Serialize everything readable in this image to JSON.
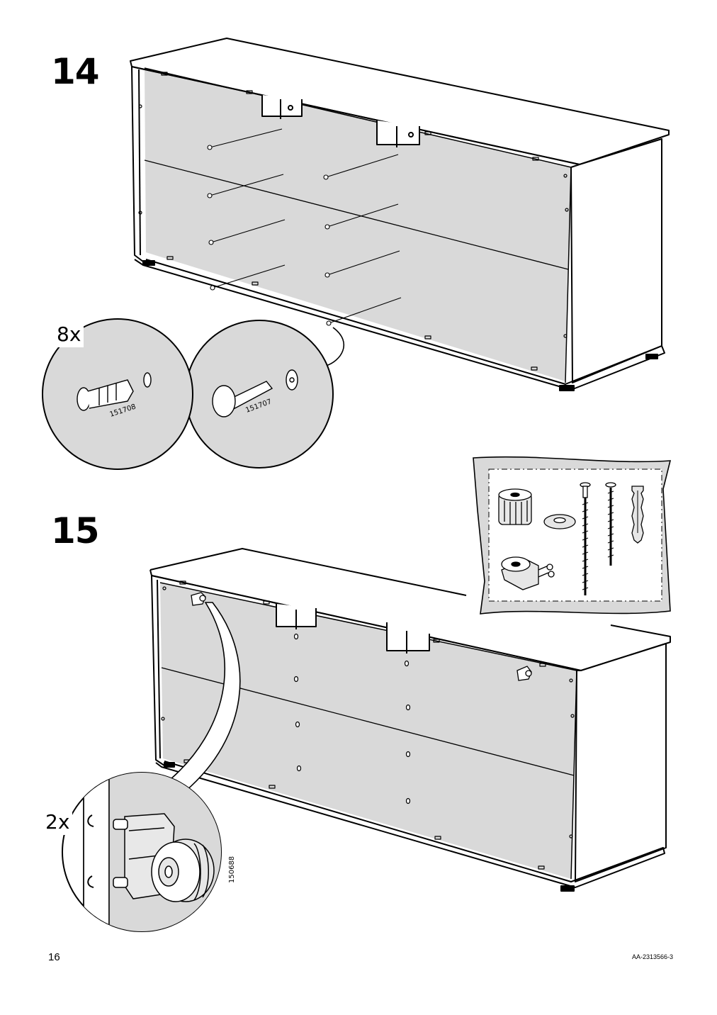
{
  "steps": [
    {
      "number": "14",
      "quantity": "8x",
      "parts": [
        {
          "id": "151708"
        },
        {
          "id": "151707"
        }
      ]
    },
    {
      "number": "15",
      "quantity": "2x",
      "parts": [
        {
          "id": "150688"
        }
      ]
    }
  ],
  "footer": {
    "page_number": "16",
    "doc_code": "AA-2313566-3"
  },
  "colors": {
    "panel_fill": "#d9d9d9",
    "line": "#000000",
    "background": "#ffffff"
  }
}
